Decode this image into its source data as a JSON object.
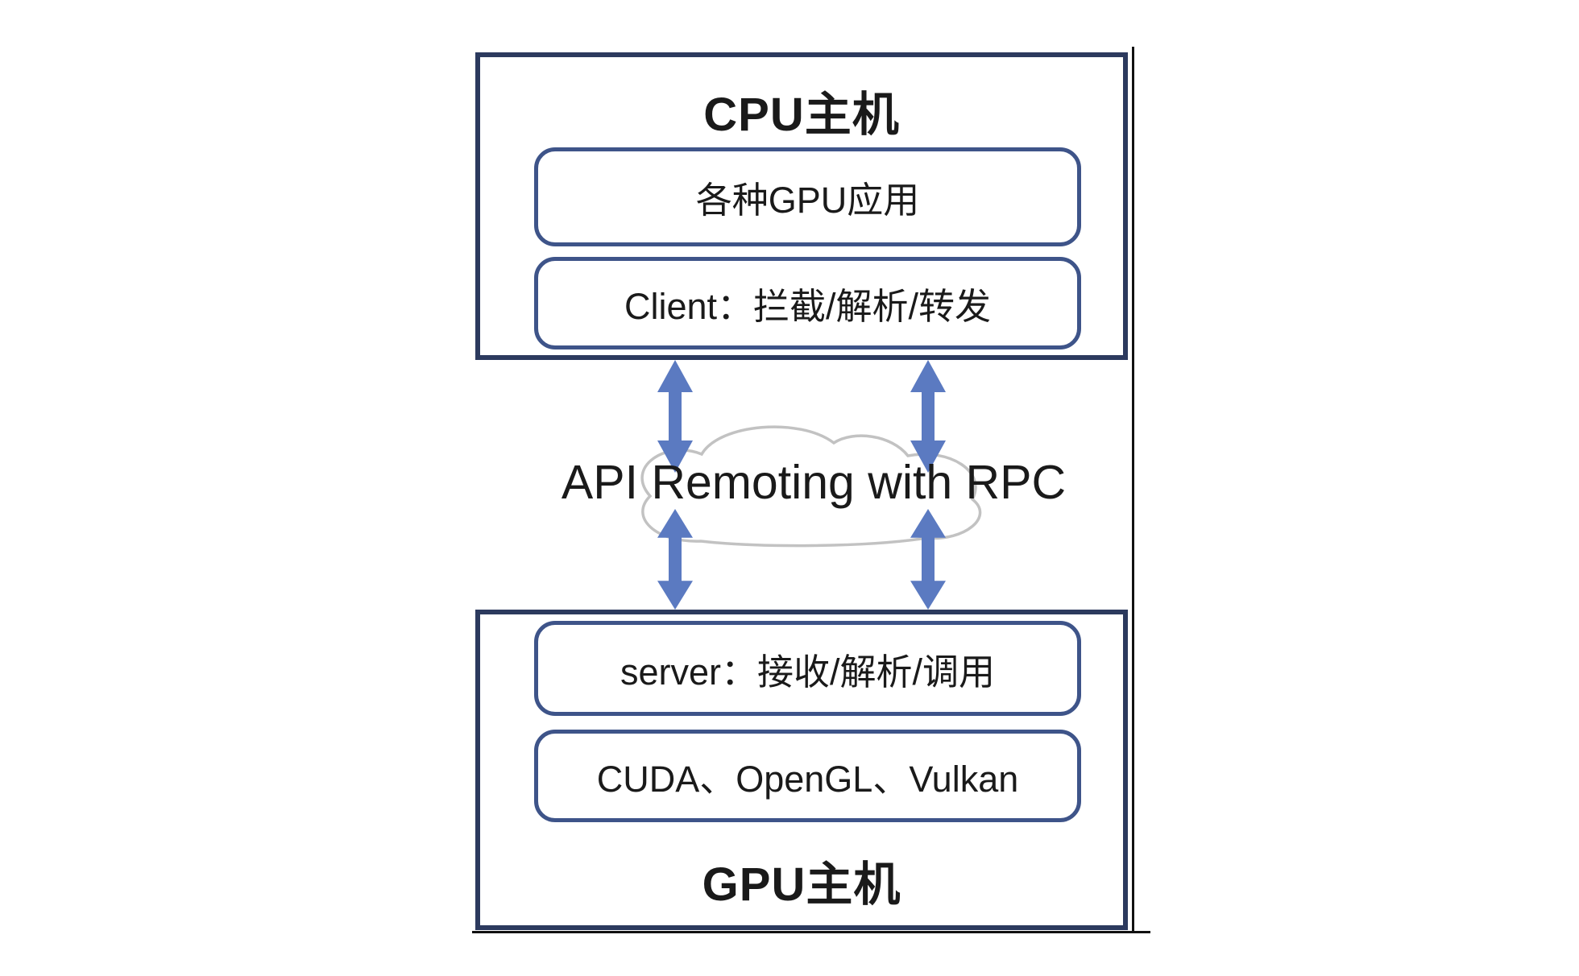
{
  "diagram": {
    "cpu_host": {
      "title": "CPU主机",
      "boxes": [
        {
          "label": "各种GPU应用"
        },
        {
          "label": "Client：拦截/解析/转发"
        }
      ]
    },
    "middle": {
      "label": "API Remoting with RPC",
      "cloud_icon": "cloud-icon",
      "arrow_icon": "double-arrow-icon"
    },
    "gpu_host": {
      "title": "GPU主机",
      "boxes": [
        {
          "label": "server：接收/解析/调用"
        },
        {
          "label": "CUDA、OpenGL、Vulkan"
        }
      ]
    },
    "colors": {
      "outer_border": "#2c3a5e",
      "inner_border": "#3e5489",
      "arrow": "#5b7ac1",
      "cloud_stroke": "#c2c2c2",
      "text": "#1a1a1a",
      "line": "#111111",
      "background": "#ffffff"
    }
  }
}
